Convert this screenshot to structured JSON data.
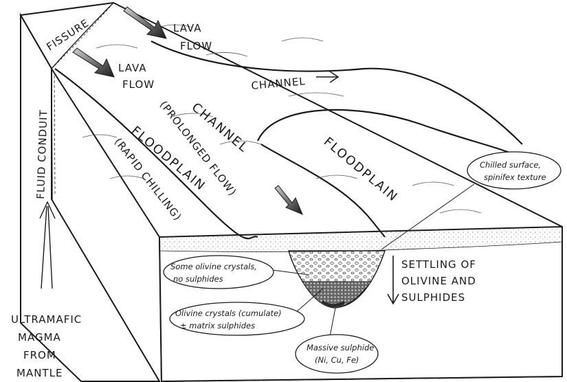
{
  "labels": {
    "fissure": "FISSURE",
    "fluid_conduit": "FLUID CONDUIT",
    "lava_flow_top": [
      "LAVA",
      "FLOW"
    ],
    "lava_flow_left": [
      "LAVA",
      "FLOW"
    ],
    "channel_right": "CHANNEL",
    "channel_center": "CHANNEL",
    "prolonged_flow": "(PROLONGED FLOW)",
    "floodplain_left": "FLOODPLAIN",
    "rapid_chilling": "(RAPID CHILLING)",
    "floodplain_right": "FLOODPLAIN",
    "ultramafic": [
      "ULTRAMAFIC",
      "MAGMA",
      "FROM",
      "MANTLE"
    ],
    "settling": [
      "SETTLING OF",
      "OLIVINE AND",
      "SULPHIDES"
    ]
  },
  "callouts": {
    "chilled_surface": [
      "Chilled surface,",
      "spinifex texture"
    ],
    "some_olivine": [
      "Some olivine crystals,",
      "no sulphides"
    ],
    "olivine_cumulate": [
      "Olivine crystals (cumulate)",
      "± matrix sulphides"
    ],
    "massive_sulphide": [
      "Massive sulphide",
      "(Ni, Cu, Fe)"
    ]
  },
  "colors": {
    "ink": "#1a1a1a",
    "channel_shade": "#f2f2f2",
    "floodplain_shade": "#f7f7f7",
    "sulphide": "#2b2b2b"
  }
}
